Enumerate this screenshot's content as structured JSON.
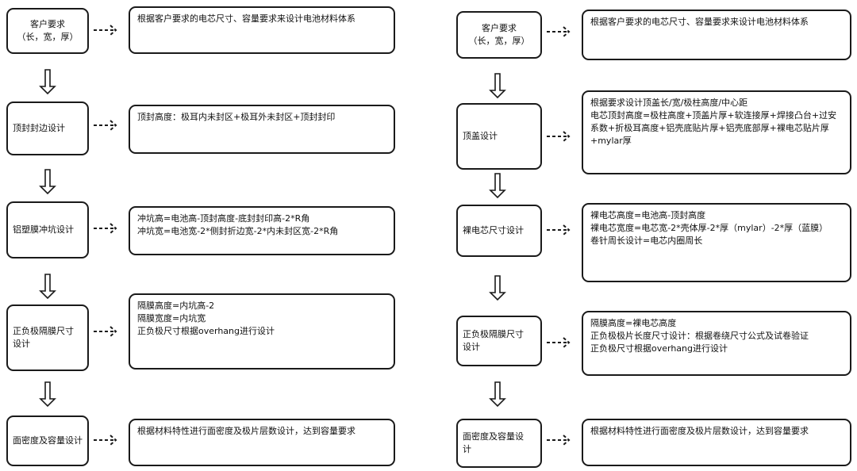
{
  "left": {
    "steps": [
      {
        "label": "客户要求\n（长，宽，厚）",
        "desc": [
          "根据客户要求的电芯尺寸、容量要求来设计电池材料体系"
        ]
      },
      {
        "label": "顶封封边设计",
        "desc": [
          "顶封高度：极耳内未封区+极耳外未封区+顶封封印"
        ]
      },
      {
        "label": "铝塑膜冲坑设计",
        "desc": [
          "冲坑高=电池高-顶封高度-底封封印高-2*R角",
          "冲坑宽=电池宽-2*侧封折边宽-2*内未封区宽-2*R角"
        ]
      },
      {
        "label": "正负极隔膜尺寸\n设计",
        "desc": [
          "隔膜高度=内坑高-2",
          "隔膜宽度=内坑宽",
          "正负极尺寸根据overhang进行设计"
        ]
      },
      {
        "label": "面密度及容量设计",
        "desc": [
          "根据材料特性进行面密度及极片层数设计，达到容量要求"
        ]
      }
    ]
  },
  "right": {
    "steps": [
      {
        "label": "客户要求\n（长，宽，厚）",
        "desc": [
          "根据客户要求的电芯尺寸、容量要求来设计电池材料体系"
        ]
      },
      {
        "label": "顶盖设计",
        "desc": [
          "根据要求设计顶盖长/宽/极柱高度/中心距",
          "电芯顶封高度=极柱高度+顶盖片厚+软连接厚+焊接凸台+过安",
          "系数+折极耳高度+铝壳底贴片厚+铝壳底部厚+裸电芯贴片厚",
          "+mylar厚"
        ]
      },
      {
        "label": "裸电芯尺寸设计",
        "desc": [
          "裸电芯高度=电池高-顶封高度",
          "裸电芯宽度=电芯宽-2*壳体厚-2*厚（mylar）-2*厚（蓝膜）",
          "卷针周长设计=电芯内圈周长"
        ]
      },
      {
        "label": "正负极隔膜尺寸\n设计",
        "desc": [
          "隔膜高度=裸电芯高度",
          "正负极极片长度尺寸设计：根据卷绕尺寸公式及试卷验证",
          "正负极尺寸根据overhang进行设计"
        ]
      },
      {
        "label": "面密度及容量设\n计",
        "desc": [
          "根据材料特性进行面密度及极片层数设计，达到容量要求"
        ]
      }
    ]
  }
}
